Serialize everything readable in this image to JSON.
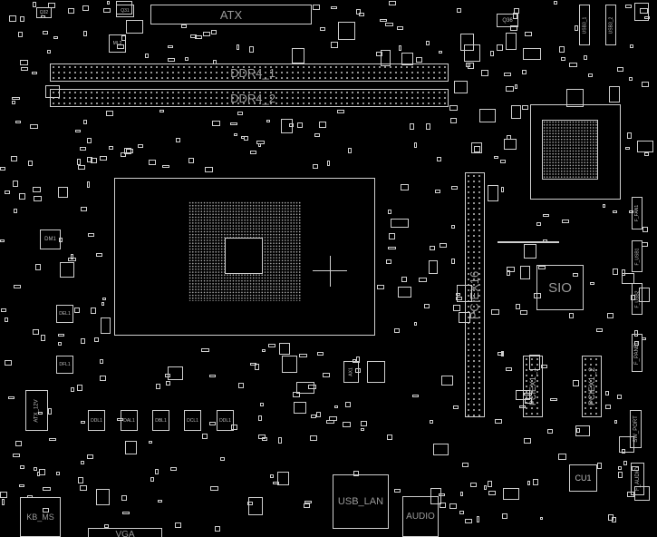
{
  "board": {
    "atx": "ATX",
    "ddr4_1": "DDR4_1",
    "ddr4_2": "DDR4_2",
    "pciex16": "PCIEX16",
    "sio": "SIO",
    "pciex1_1": "PCIEX1_1",
    "pciex1_2": "PCIEX1_2",
    "cu1": "CU1",
    "usb_lan": "USB_LAN",
    "audio": "AUDIO",
    "vga": "VGA",
    "kb_ms": "KB_MS",
    "atx_12v": "ATX_12V",
    "ddl": [
      "DDL1",
      "DAL1",
      "DBL1",
      "DCL1",
      "DDL1"
    ],
    "dl_left": [
      "DEL1",
      "DFL1"
    ],
    "dm1": "DM1",
    "q31": "Q31",
    "q32": "Q32",
    "q36": "Q36",
    "ml2": "ML2",
    "ax1": "AX1",
    "f_audio": "F_AUDIO",
    "f_panel": "F_PANEL",
    "sw_port": "SW_PORT",
    "f_usb": [
      "F_FAN1",
      "F_USB1",
      "F_USB2"
    ],
    "usb3": [
      "USB3_1",
      "USB3_2"
    ]
  },
  "colors": {
    "background": "#000000",
    "outline": "#cfcfcf",
    "label": "#9a9a9a"
  }
}
